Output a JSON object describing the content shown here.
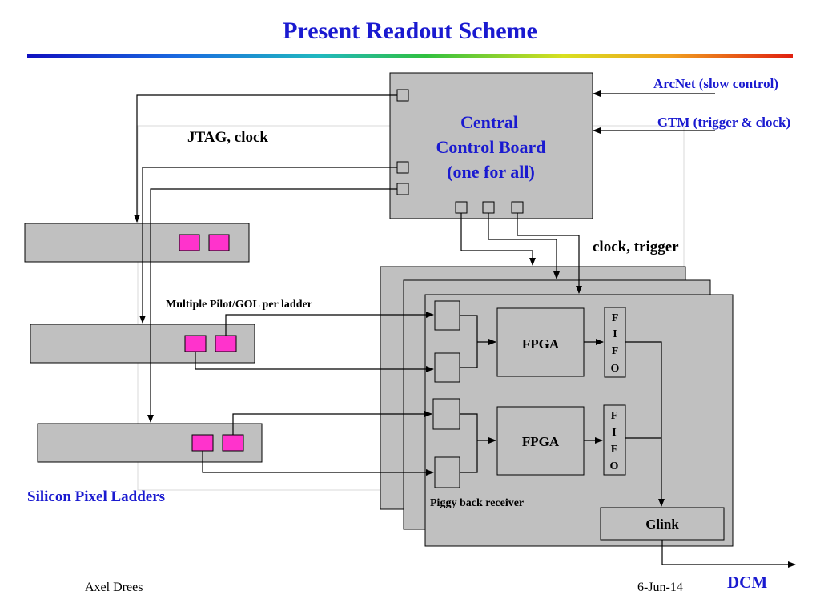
{
  "title": "Present Readout Scheme",
  "ccb": {
    "line1": "Central",
    "line2": "Control Board",
    "line3": "(one for all)"
  },
  "inputs": {
    "arcnet": "ArcNet (slow control)",
    "gtm": "GTM (trigger & clock)"
  },
  "labels": {
    "jtag": "JTAG, clock",
    "clock_trigger": "clock, trigger",
    "multiple_pilot": "Multiple Pilot/GOL per ladder",
    "piggy_back": "Piggy back receiver",
    "ladders": "Silicon Pixel Ladders"
  },
  "board": {
    "fpga1": "FPGA",
    "fpga2": "FPGA",
    "fifo1": [
      "F",
      "I",
      "F",
      "O"
    ],
    "fifo2": [
      "F",
      "I",
      "F",
      "O"
    ],
    "glink": "Glink"
  },
  "output": {
    "dcm": "DCM"
  },
  "footer": {
    "author": "Axel Drees",
    "date": "6-Jun-14"
  },
  "colors": {
    "title": "#1a1ad0",
    "box": "#c0c0c0",
    "chip": "#ff33cc"
  }
}
